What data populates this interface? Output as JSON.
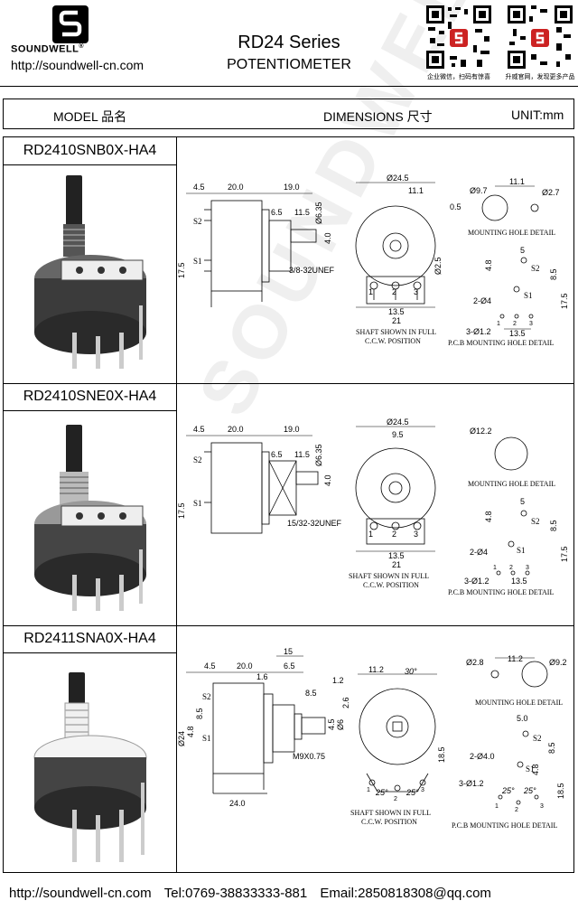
{
  "header": {
    "brand": "SOUNDWELL",
    "registered": "®",
    "url": "http://soundwell-cn.com",
    "series": "RD24 Series",
    "product": "POTENTIOMETER",
    "qr_left_caption": "企业微信，扫码有惊喜",
    "qr_right_caption": "升威官网，发现更多产品"
  },
  "table_header": {
    "model": "MODEL 品名",
    "dimensions": "DIMENSIONS 尺寸",
    "unit": "UNIT:mm"
  },
  "watermark": "SOUNDWELL",
  "rows": [
    {
      "model": "RD2410SNB0X-HA4",
      "side": {
        "d1": "4.5",
        "d2": "20.0",
        "d3": "19.0",
        "d4": "6.5",
        "d5": "11.5",
        "d6": "Ø6.35",
        "d7": "4.0",
        "d8": "17.5",
        "s2": "S2",
        "s1": "S1",
        "thread": "3/8-32UNEF"
      },
      "front": {
        "dia": "Ø24.5",
        "w1": "11.1",
        "w2": "0.5",
        "h1": "Ø2.5",
        "w3": "13.5",
        "w4": "21",
        "p1": "1",
        "p2": "2",
        "p3": "3",
        "note1": "SHAFT SHOWN IN FULL",
        "note2": "C.C.W. POSITION"
      },
      "mount": {
        "d1": "Ø9.7",
        "d2": "11.1",
        "d3": "Ø2.7",
        "label": "MOUNTING HOLE DETAIL"
      },
      "pcb": {
        "a": "5",
        "b": "4.8",
        "c": "8.5",
        "d": "17.5",
        "e": "2-Ø4",
        "f": "3-Ø1.2",
        "g": "13.5",
        "s2": "S2",
        "s1": "S1",
        "p1": "1",
        "p2": "2",
        "p3": "3",
        "label": "P.C.B  MOUNTING HOLE DETAIL"
      }
    },
    {
      "model": "RD2410SNE0X-HA4",
      "side": {
        "d1": "4.5",
        "d2": "20.0",
        "d3": "19.0",
        "d4": "6.5",
        "d5": "11.5",
        "d6": "Ø6.35",
        "d7": "4.0",
        "d8": "17.5",
        "s2": "S2",
        "s1": "S1",
        "thread": "15/32-32UNEF"
      },
      "front": {
        "dia": "Ø24.5",
        "w1": "9.5",
        "w3": "13.5",
        "w4": "21",
        "p1": "1",
        "p2": "2",
        "p3": "3",
        "note1": "SHAFT SHOWN IN FULL",
        "note2": "C.C.W. POSITION"
      },
      "mount": {
        "d1": "Ø12.2",
        "label": "MOUNTING HOLE DETAIL"
      },
      "pcb": {
        "a": "5",
        "b": "4.8",
        "c": "8.5",
        "d": "17.5",
        "e": "2-Ø4",
        "f": "3-Ø1.2",
        "g": "13.5",
        "s2": "S2",
        "s1": "S1",
        "p1": "1",
        "p2": "2",
        "p3": "3",
        "label": "P.C.B  MOUNTING HOLE DETAIL"
      }
    },
    {
      "model": "RD2411SNA0X-HA4",
      "side": {
        "d0": "15",
        "d1": "4.5",
        "d2": "20.0",
        "d4": "6.5",
        "d9": "1.6",
        "d10": "1.2",
        "d11": "8.5",
        "d12": "2.6",
        "d13": "4.5",
        "d14": "Ø6",
        "d15": "Ø24",
        "d16": "4.8",
        "d17": "8.5",
        "d18": "24.0",
        "s2": "S2",
        "s1": "S1",
        "thread": "M9X0.75"
      },
      "front": {
        "w1": "11.2",
        "ang1": "30°",
        "h1": "18.5",
        "ang2": "25°",
        "ang3": "25°",
        "p1": "1",
        "p2": "2",
        "p3": "3",
        "note1": "SHAFT SHOWN IN FULL",
        "note2": "C.C.W. POSITION"
      },
      "mount": {
        "d1": "Ø2.8",
        "d2": "11.2",
        "d3": "Ø9.2",
        "label": "MOUNTING HOLE DETAIL"
      },
      "pcb": {
        "a": "5.0",
        "b": "4.8",
        "c": "8.5",
        "d": "18.5",
        "e": "2-Ø4.0",
        "f": "3-Ø1.2",
        "ang1": "25°",
        "ang2": "25°",
        "s2": "S2",
        "s1": "S1",
        "p1": "1",
        "p2": "2",
        "p3": "3",
        "label": "P.C.B  MOUNTING HOLE DETAIL"
      }
    }
  ],
  "footer": {
    "url": "http://soundwell-cn.com",
    "tel": "Tel:0769-38833333-881",
    "email": "Email:2850818308@qq.com"
  }
}
